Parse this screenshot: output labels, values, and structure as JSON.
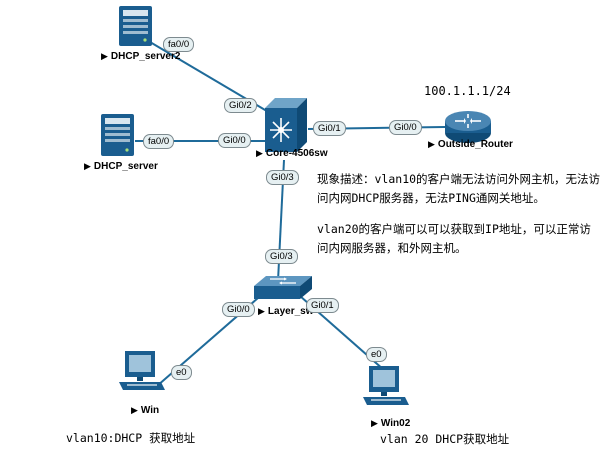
{
  "nodes": {
    "dhcp_server2": "DHCP_server2",
    "dhcp_server": "DHCP_server",
    "core": "Core-4506sw",
    "router": "Outside_Router",
    "layer_sw": "Layer_sw",
    "win": "Win",
    "win02": "Win02"
  },
  "ports": {
    "server2_fa": "fa0/0",
    "core_gi02": "Gi0/2",
    "server_fa": "fa0/0",
    "core_gi00": "Gi0/0",
    "core_gi01": "Gi0/1",
    "router_gi00": "Gi0/0",
    "core_gi03": "Gi0/3",
    "sw_gi03": "Gi0/3",
    "sw_gi00": "Gi0/0",
    "sw_gi01": "Gi0/1",
    "win_e0": "e0",
    "win02_e0": "e0"
  },
  "router_ip": "100.1.1.1/24",
  "note": {
    "line1": "现象描述：vlan10的客户端无法访问外网主机，无法访问内网DHCP服务器，无法PING通网关地址。",
    "line2": "vlan20的客户端可以可以获取到IP地址，可以正常访问内网服务器，和外网主机。"
  },
  "captions": {
    "left": "vlan10:DHCP 获取地址",
    "right": "vlan 20 DHCP获取地址"
  },
  "colors": {
    "link": "#1f6b9a",
    "device": "#1a5d8f",
    "port_bg": "#e6f0f2"
  }
}
